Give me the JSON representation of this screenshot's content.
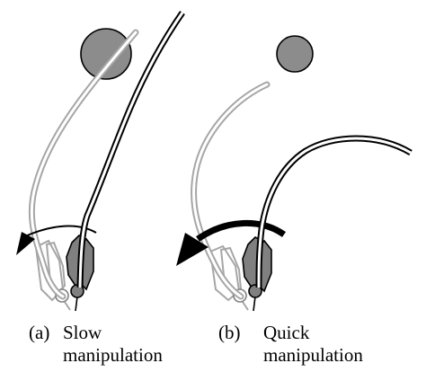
{
  "panels": [
    {
      "letter": "(a)",
      "caption_line1": "Slow",
      "caption_line2": "manipulation"
    },
    {
      "letter": "(b)",
      "caption_line1": "Quick",
      "caption_line2": "manipulation"
    }
  ],
  "colors": {
    "obstacle_fill": "#8c8c8c",
    "hand_fill": "#808080",
    "ghost_stroke": "#a6a6a6",
    "object_stroke": "#000000",
    "arrow": "#000000"
  }
}
